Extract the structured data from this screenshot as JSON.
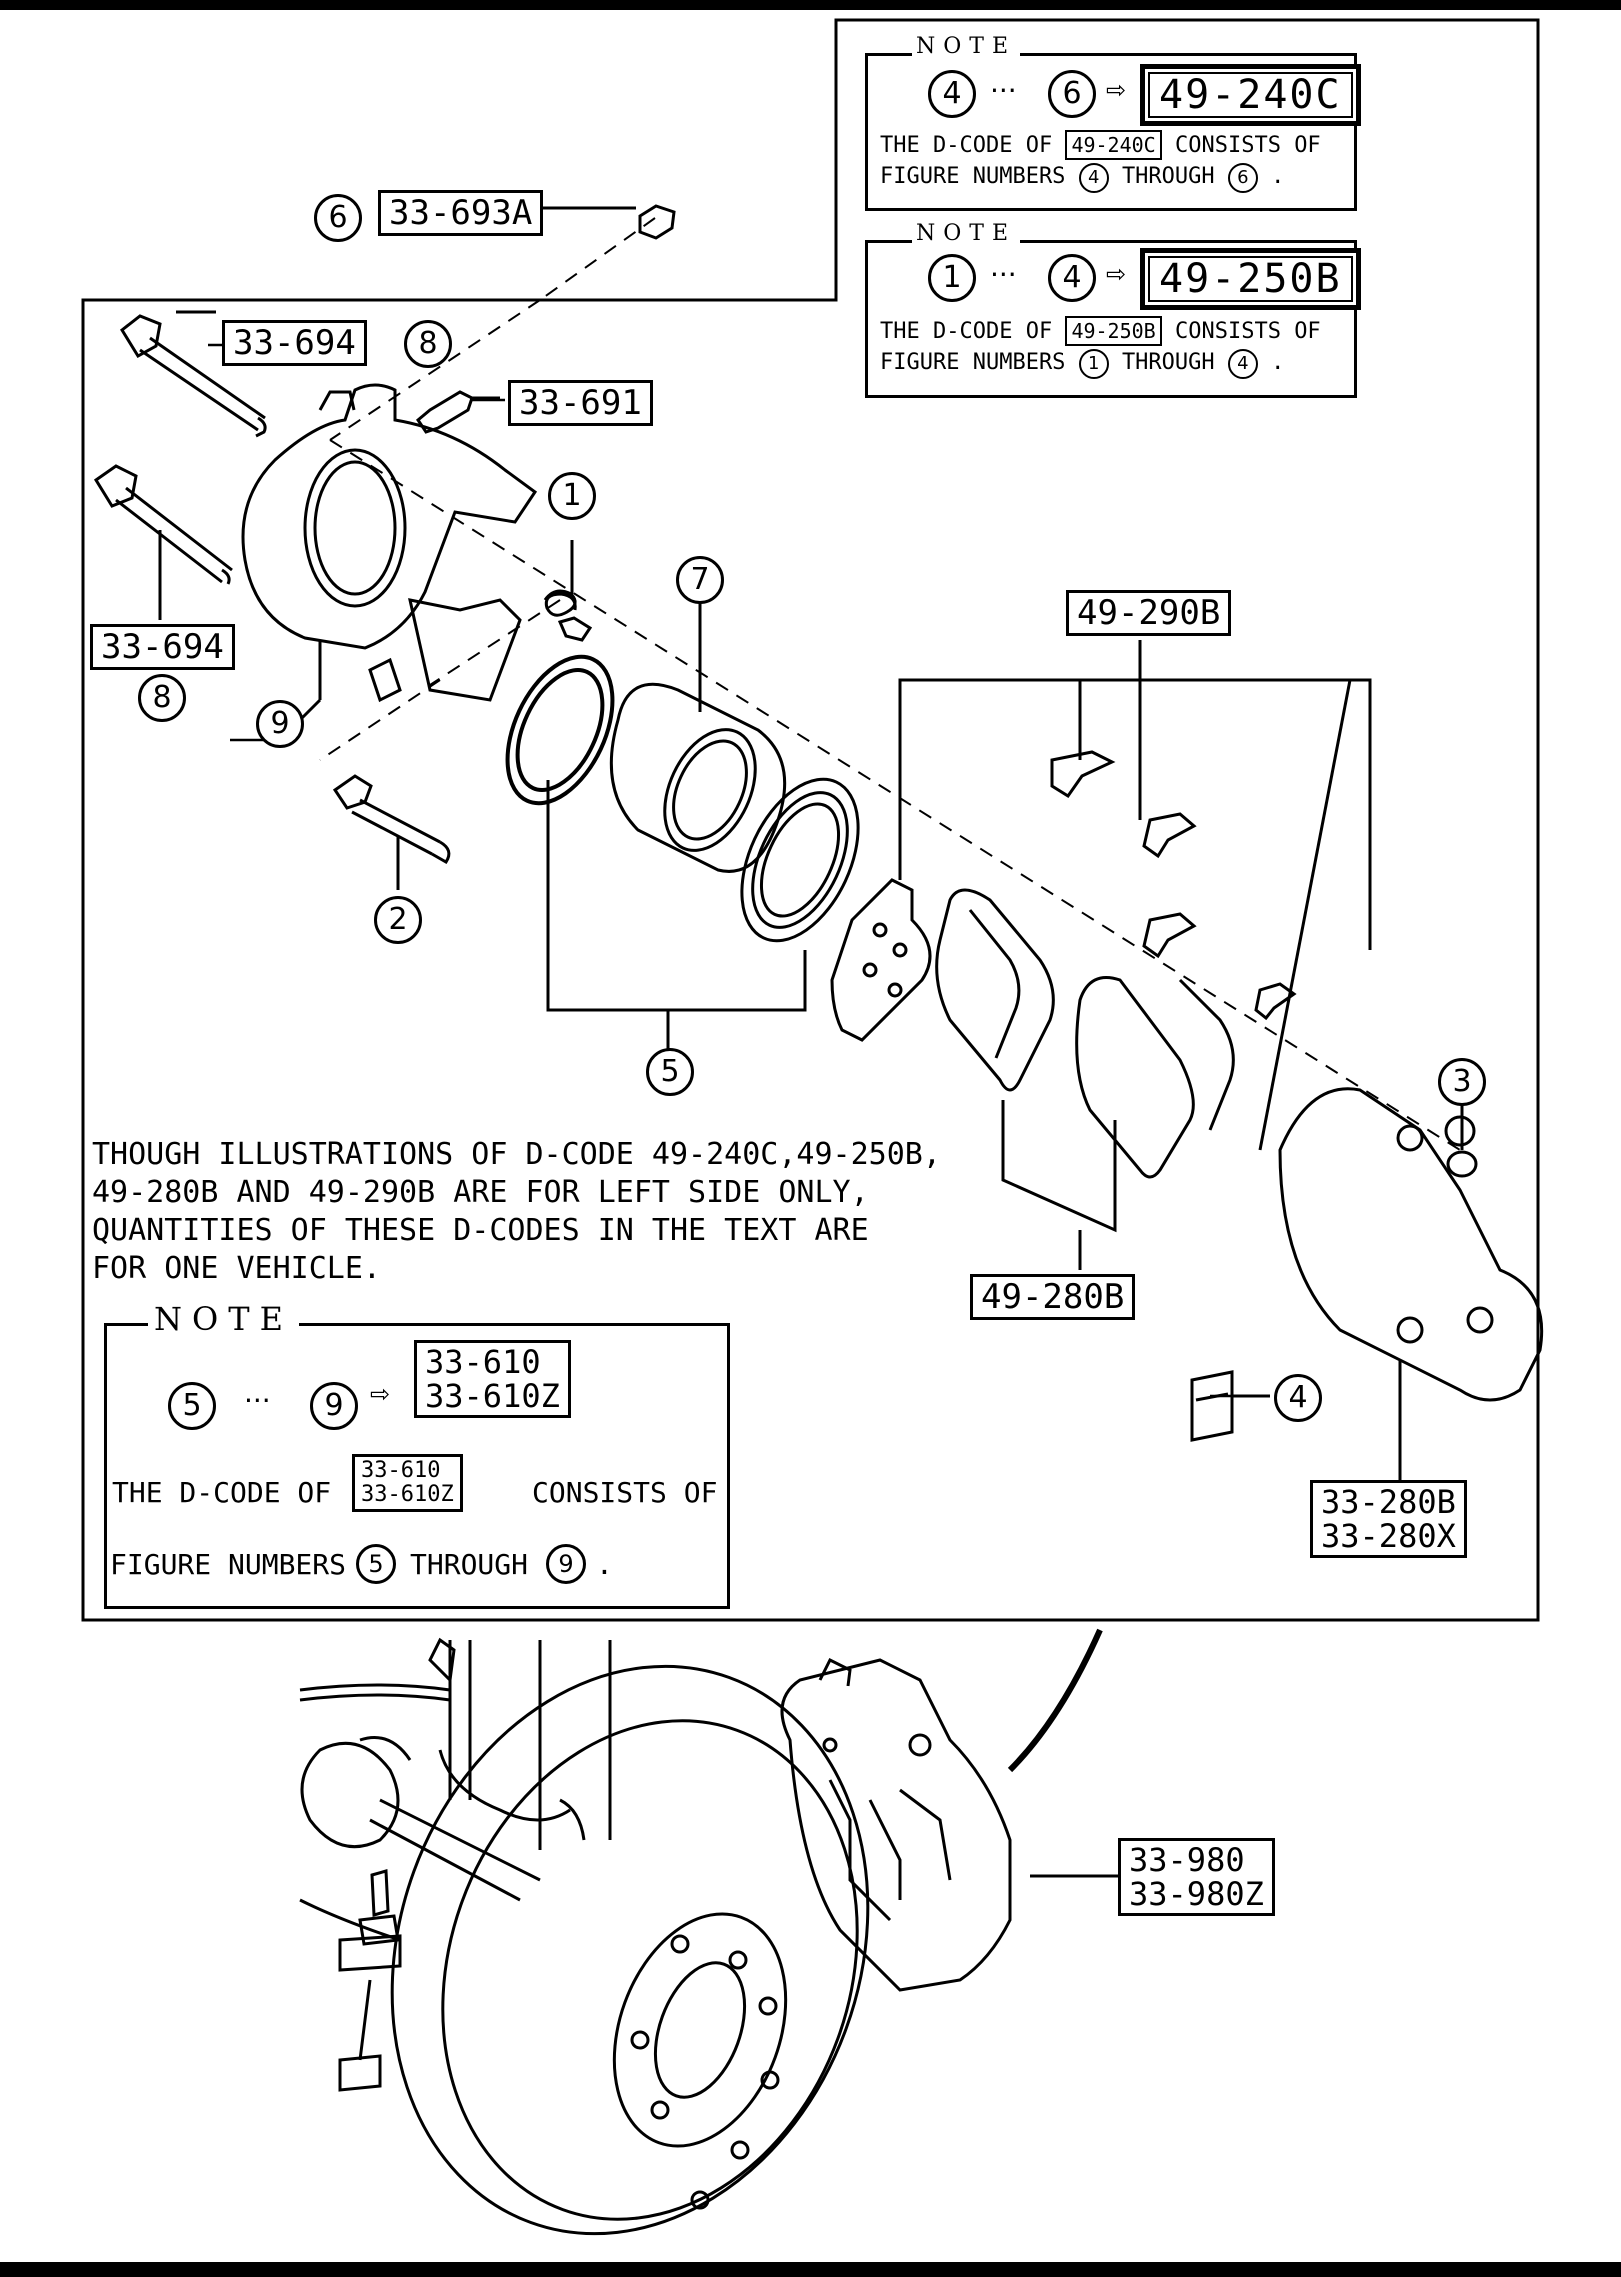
{
  "part_labels": {
    "p33_693A": "33-693A",
    "p33_694_top": "33-694",
    "p33_691": "33-691",
    "p33_694_left": "33-694",
    "p49_290B": "49-290B",
    "p49_280B": "49-280B",
    "p33_280B": "33-280B",
    "p33_280X": "33-280X",
    "p33_980": "33-980",
    "p33_980Z": "33-980Z"
  },
  "callouts": {
    "n1": "1",
    "n2": "2",
    "n3": "3",
    "n4": "4",
    "n5": "5",
    "n6": "6",
    "n7": "7",
    "n8_top": "8",
    "n8_left": "8",
    "n9": "9"
  },
  "note_249c": {
    "heading": "NOTE",
    "from": "4",
    "to": "6",
    "code": "49-240C",
    "line1_pre": "THE D-CODE OF",
    "line1_code": "49-240C",
    "line1_post": "CONSISTS OF",
    "line2_pre": "FIGURE NUMBERS",
    "line2_from": "4",
    "line2_mid": "THROUGH",
    "line2_to": "6",
    "line2_end": "."
  },
  "note_250b": {
    "heading": "NOTE",
    "from": "1",
    "to": "4",
    "code": "49-250B",
    "line1_pre": "THE D-CODE OF",
    "line1_code": "49-250B",
    "line1_post": "CONSISTS OF",
    "line2_pre": "FIGURE NUMBERS",
    "line2_from": "1",
    "line2_mid": "THROUGH",
    "line2_to": "4",
    "line2_end": "."
  },
  "illustration_note": {
    "line1": "THOUGH ILLUSTRATIONS OF D-CODE 49-240C,49-250B,",
    "line2": "49-280B AND 49-290B ARE FOR LEFT SIDE ONLY,",
    "line3": "QUANTITIES OF THESE D-CODES IN THE TEXT ARE",
    "line4": "FOR ONE VEHICLE."
  },
  "note_610": {
    "heading": "NOTE",
    "from": "5",
    "to": "9",
    "code_a": "33-610",
    "code_b": "33-610Z",
    "line1_pre": "THE D-CODE OF",
    "line1_code_a": "33-610",
    "line1_code_b": "33-610Z",
    "line1_post": "CONSISTS OF",
    "line2_pre": "FIGURE NUMBERS",
    "line2_from": "5",
    "line2_mid": "THROUGH",
    "line2_to": "9",
    "line2_end": "."
  },
  "ellipsis": "···",
  "arrow_symbol": "⇨"
}
